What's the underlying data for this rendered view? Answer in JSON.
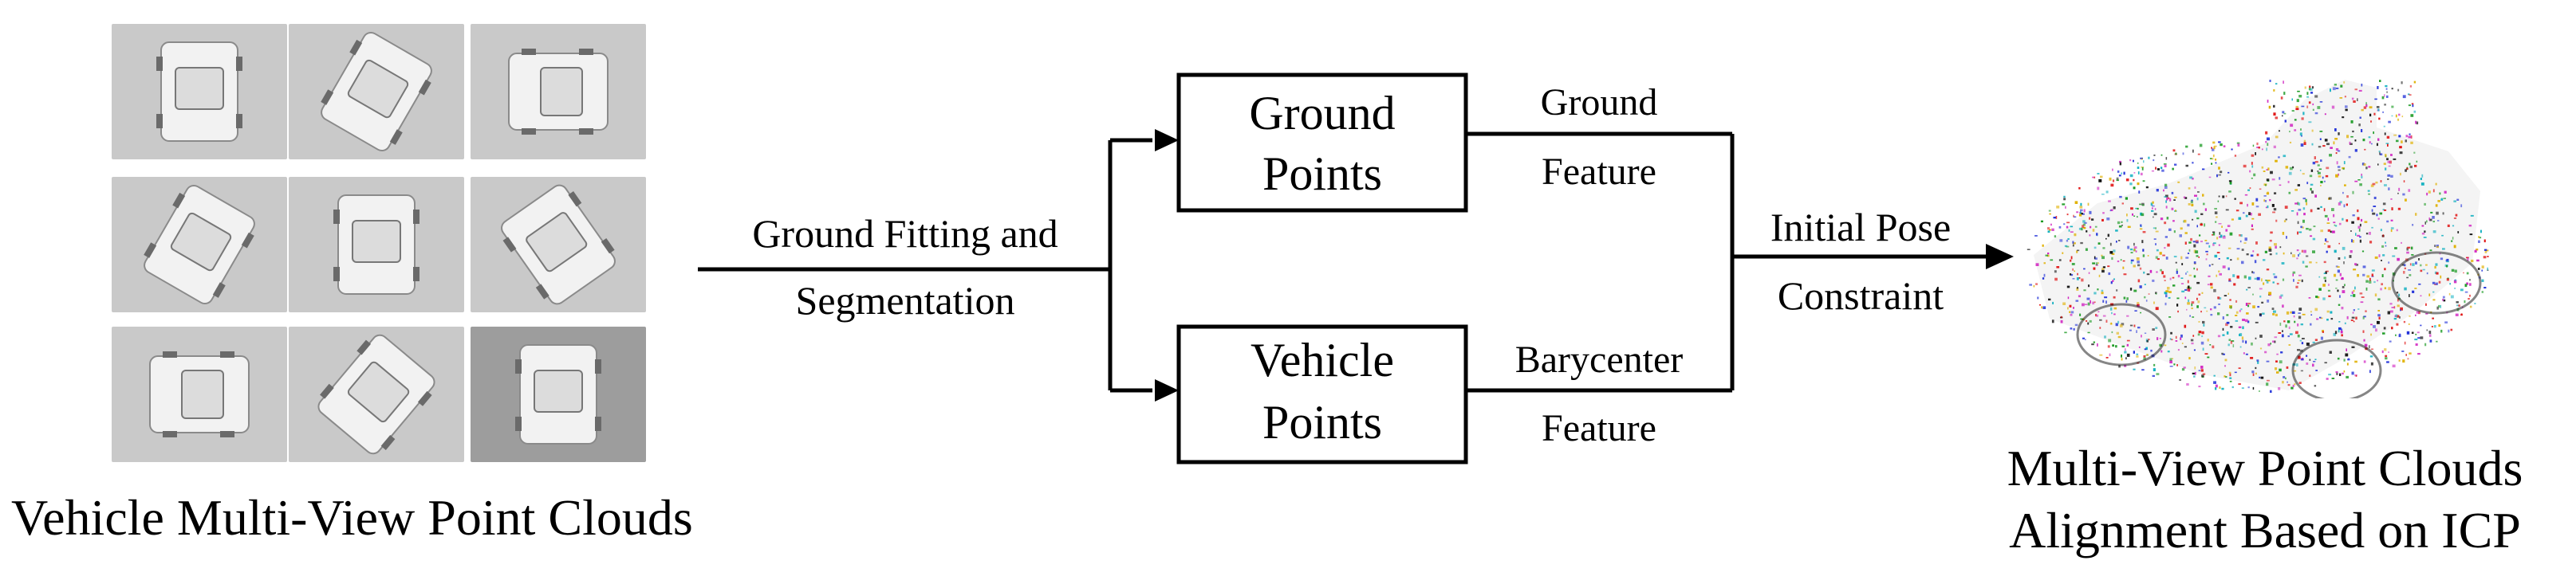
{
  "inputs": {
    "caption": "Vehicle Multi-View Point Clouds",
    "views": [
      {
        "name": "view-1"
      },
      {
        "name": "view-2"
      },
      {
        "name": "view-3"
      },
      {
        "name": "view-4"
      },
      {
        "name": "view-5"
      },
      {
        "name": "view-6"
      },
      {
        "name": "view-7"
      },
      {
        "name": "view-8"
      },
      {
        "name": "view-9"
      }
    ]
  },
  "step1": {
    "line1": "Ground Fitting and",
    "line2": "Segmentation"
  },
  "box_ground": {
    "line1": "Ground",
    "line2": "Points"
  },
  "box_vehicle": {
    "line1": "Vehicle",
    "line2": "Points"
  },
  "feature_ground": {
    "line1": "Ground",
    "line2": "Feature"
  },
  "feature_vehicle": {
    "line1": "Barycenter",
    "line2": "Feature"
  },
  "step2": {
    "line1": "Initial Pose",
    "line2": "Constraint"
  },
  "output": {
    "line1": "Multi-View Point Clouds",
    "line2": "Alignment Based on ICP"
  },
  "colors": {
    "tile_bg": "#c9c9c9",
    "tile_bg_dark": "#9d9d9d",
    "car_light": "#f2f2f2",
    "arrow": "#000000",
    "cloud_palette": [
      "#e01010",
      "#1a9a22",
      "#2030d8",
      "#d020c0",
      "#10b0c0",
      "#e0b000",
      "#101010"
    ]
  }
}
